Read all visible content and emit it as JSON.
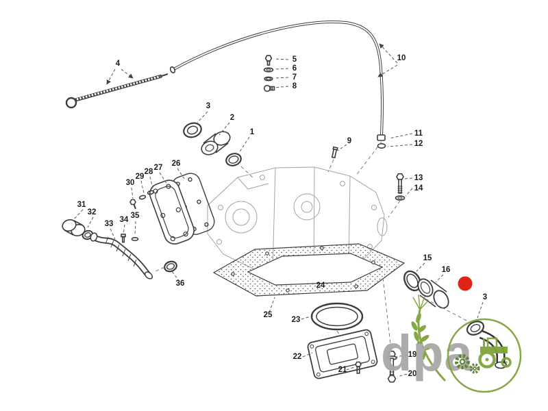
{
  "diagram": {
    "type": "exploded-parts-diagram",
    "subject": "engine-oil-pan-and-dipstick-assembly",
    "labels": [
      "1",
      "2",
      "3",
      "4",
      "5",
      "6",
      "7",
      "8",
      "9",
      "10",
      "11",
      "12",
      "13",
      "14",
      "15",
      "16",
      "3",
      "19",
      "20",
      "21",
      "22",
      "23",
      "24",
      "25",
      "26",
      "27",
      "28",
      "29",
      "30",
      "31",
      "32",
      "33",
      "34",
      "35",
      "36"
    ],
    "line_color": "#3c3c3c",
    "phantom_color": "#a3a3a3",
    "leader_color": "#555555"
  },
  "highlight_dot": {
    "color": "#e02318"
  },
  "watermark": {
    "text": "dpa",
    "gray": "#a8a8a8",
    "green": "#7fa33a",
    "gear_green": "#55802b",
    "icons": [
      "wheat-icon",
      "gear-icon",
      "tractor-icon"
    ]
  }
}
